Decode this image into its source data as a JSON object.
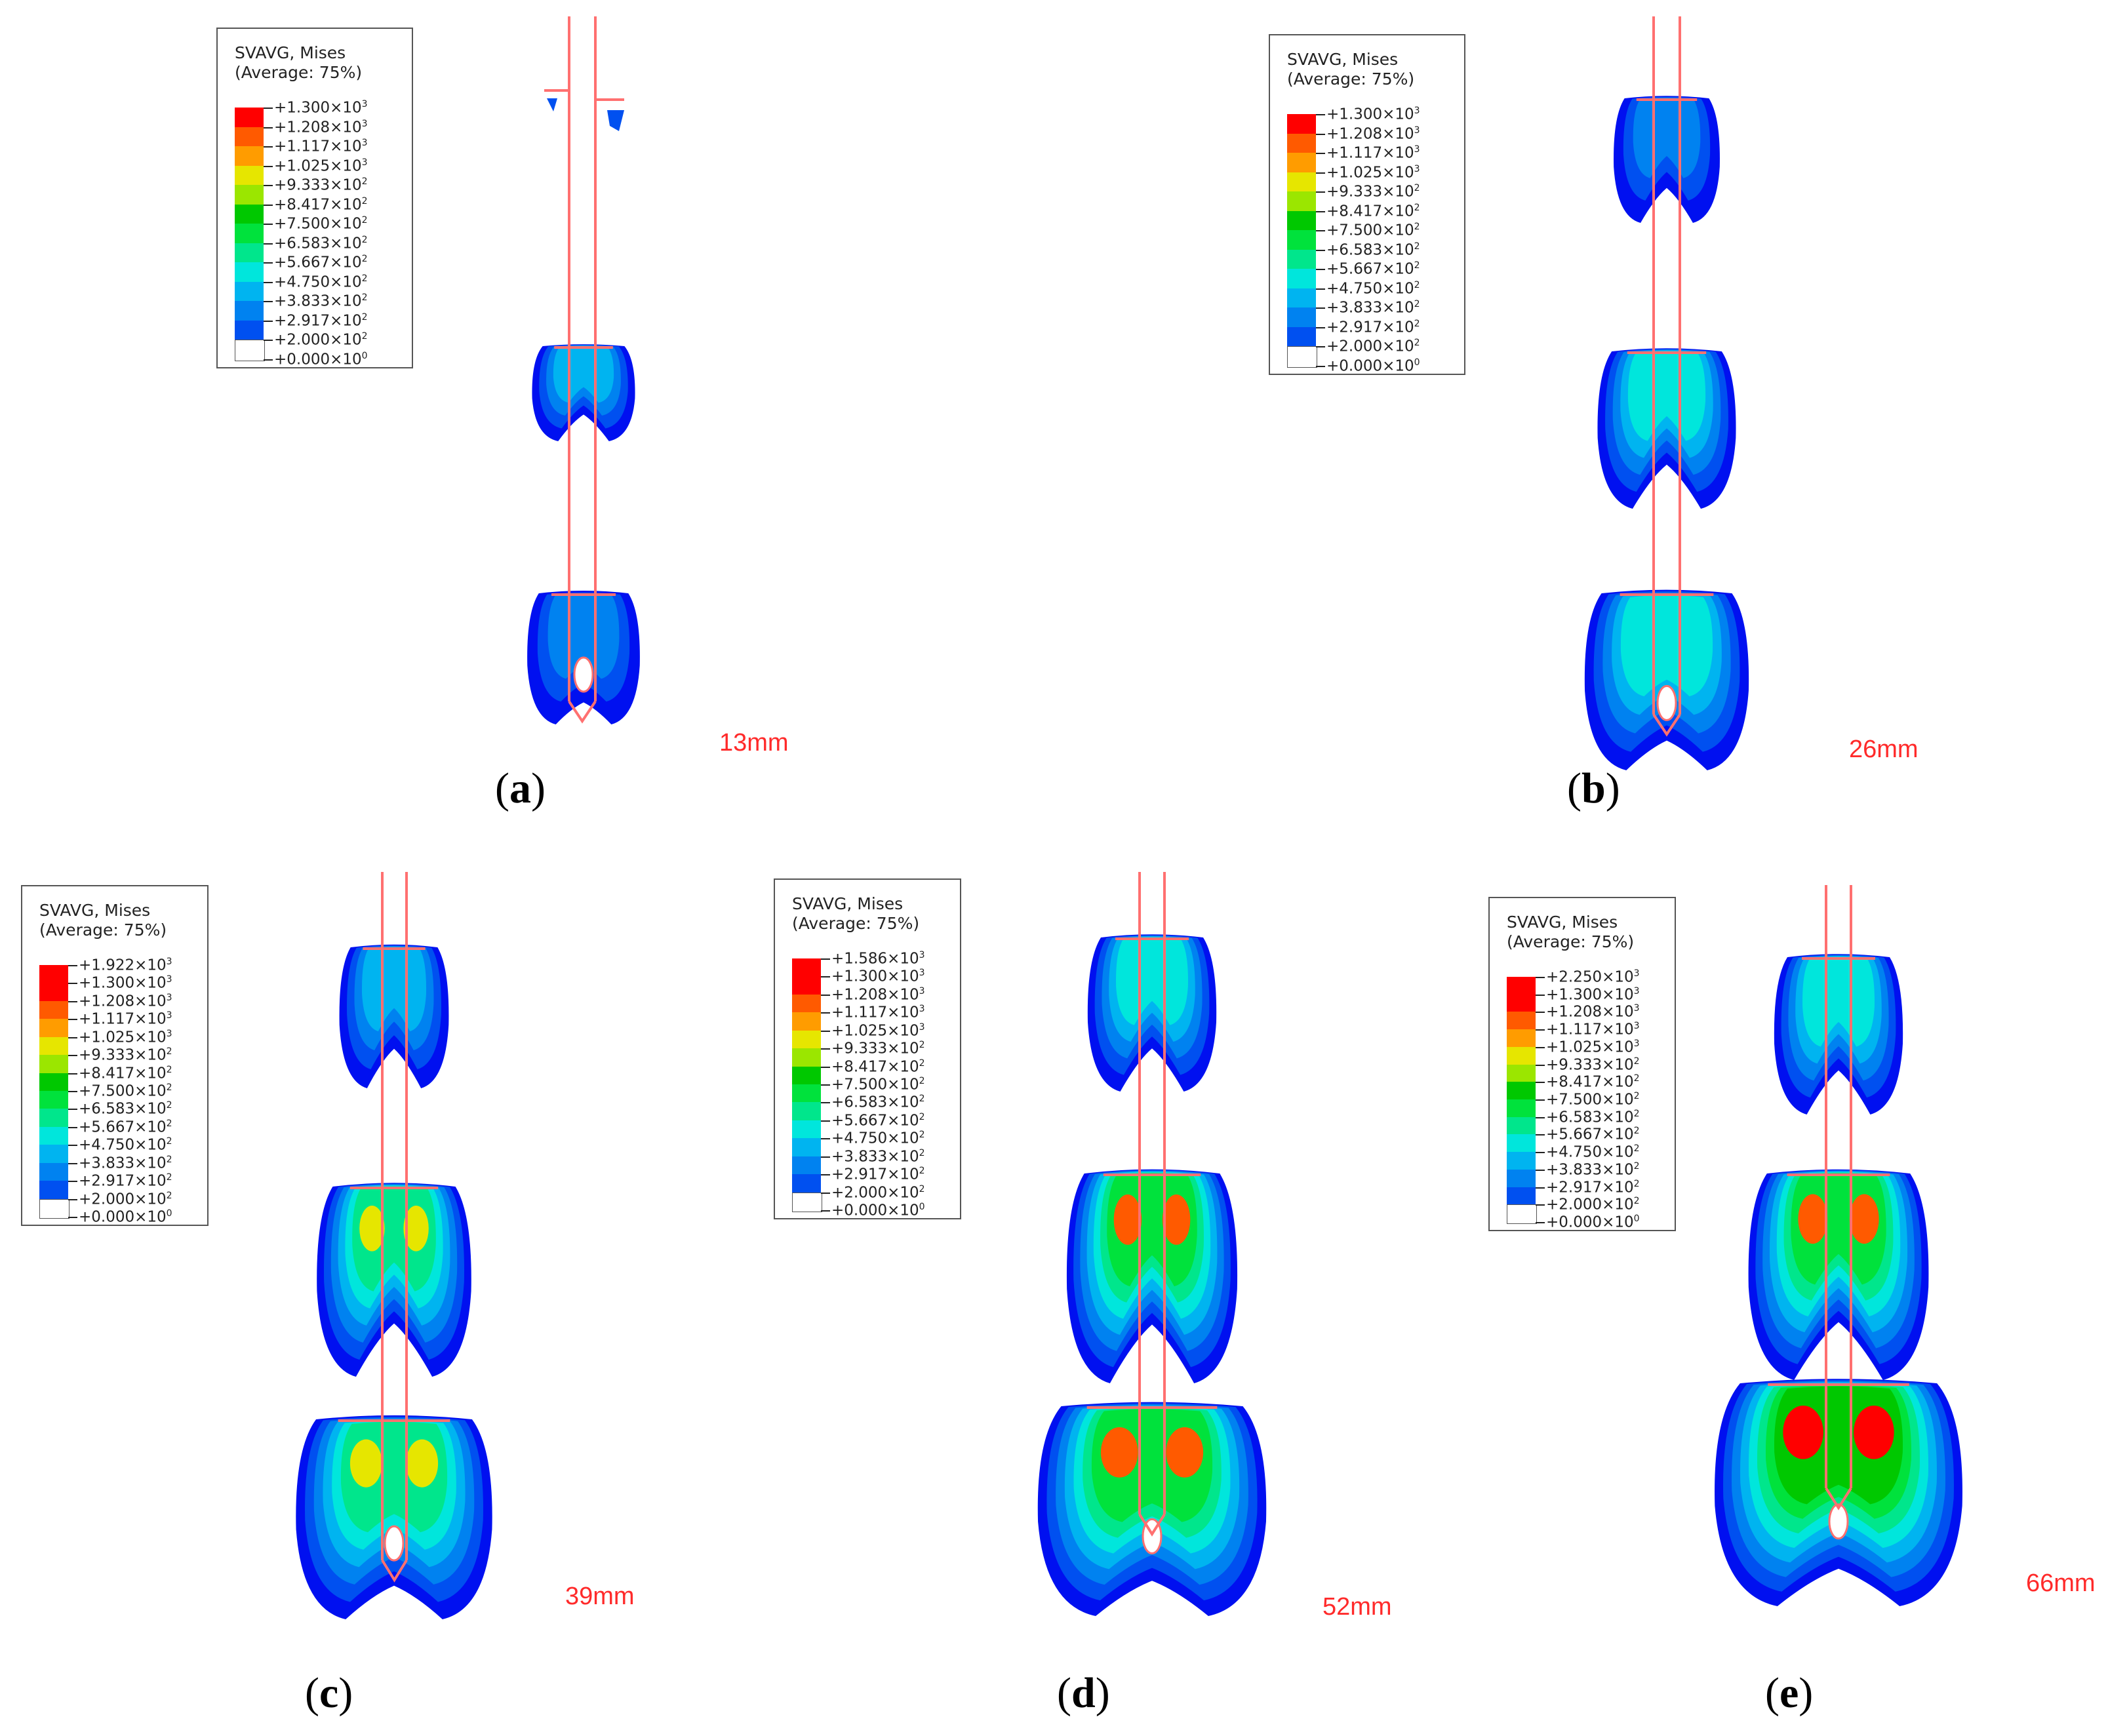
{
  "colors": {
    "red": "#ff0000",
    "orange_red": "#ff5a00",
    "orange": "#ff9c00",
    "yellow": "#e6e600",
    "yellow_green": "#9be600",
    "green": "#00c800",
    "lime_green": "#00e23c",
    "sea_green": "#00e68c",
    "cyan": "#00e6dc",
    "sky_blue": "#00b4f0",
    "light_blue": "#0082f0",
    "blue": "#0050f0",
    "deep_blue": "#0010f0",
    "white": "#ffffff",
    "rod_line": "#ff7070"
  },
  "panels": [
    {
      "label": "a",
      "depth": "13mm",
      "legend": {
        "title": "SVAVG, Mises",
        "subtitle": "(Average: 75%)",
        "values": [
          "+1.300×10^3",
          "+1.208×10^3",
          "+1.117×10^3",
          "+1.025×10^3",
          "+9.333×10^2",
          "+8.417×10^2",
          "+7.500×10^2",
          "+6.583×10^2",
          "+5.667×10^2",
          "+4.750×10^2",
          "+3.833×10^2",
          "+2.917×10^2",
          "+2.000×10^2",
          "+0.000×10^0"
        ],
        "colors": [
          "red",
          "orange_red",
          "orange",
          "yellow",
          "yellow_green",
          "green",
          "lime_green",
          "sea_green",
          "cyan",
          "sky_blue",
          "light_blue",
          "blue",
          "white"
        ]
      },
      "stress_levels": [
        2,
        1,
        1
      ]
    },
    {
      "label": "b",
      "depth": "26mm",
      "legend": {
        "title": "SVAVG, Mises",
        "subtitle": "(Average: 75%)",
        "values": [
          "+1.300×10^3",
          "+1.208×10^3",
          "+1.117×10^3",
          "+1.025×10^3",
          "+9.333×10^2",
          "+8.417×10^2",
          "+7.500×10^2",
          "+6.583×10^2",
          "+5.667×10^2",
          "+4.750×10^2",
          "+3.833×10^2",
          "+2.917×10^2",
          "+2.000×10^2",
          "+0.000×10^0"
        ],
        "colors": [
          "red",
          "orange_red",
          "orange",
          "yellow",
          "yellow_green",
          "green",
          "lime_green",
          "sea_green",
          "cyan",
          "sky_blue",
          "light_blue",
          "blue",
          "white"
        ]
      },
      "stress_levels": [
        1,
        3,
        3
      ]
    },
    {
      "label": "c",
      "depth": "39mm",
      "legend": {
        "title": "SVAVG, Mises",
        "subtitle": "(Average: 75%)",
        "values": [
          "+1.922×10^3",
          "+1.300×10^3",
          "+1.208×10^3",
          "+1.117×10^3",
          "+1.025×10^3",
          "+9.333×10^2",
          "+8.417×10^2",
          "+7.500×10^2",
          "+6.583×10^2",
          "+5.667×10^2",
          "+4.750×10^2",
          "+3.833×10^2",
          "+2.917×10^2",
          "+2.000×10^2",
          "+0.000×10^0"
        ],
        "colors": [
          "red",
          "red",
          "orange_red",
          "orange",
          "yellow",
          "yellow_green",
          "green",
          "lime_green",
          "sea_green",
          "cyan",
          "sky_blue",
          "light_blue",
          "blue",
          "white"
        ]
      },
      "stress_levels": [
        2,
        4,
        4
      ]
    },
    {
      "label": "d",
      "depth": "52mm",
      "legend": {
        "title": "SVAVG, Mises",
        "subtitle": "(Average: 75%)",
        "values": [
          "+1.586×10^3",
          "+1.300×10^3",
          "+1.208×10^3",
          "+1.117×10^3",
          "+1.025×10^3",
          "+9.333×10^2",
          "+8.417×10^2",
          "+7.500×10^2",
          "+6.583×10^2",
          "+5.667×10^2",
          "+4.750×10^2",
          "+3.833×10^2",
          "+2.917×10^2",
          "+2.000×10^2",
          "+0.000×10^0"
        ],
        "colors": [
          "red",
          "red",
          "orange_red",
          "orange",
          "yellow",
          "yellow_green",
          "green",
          "lime_green",
          "sea_green",
          "cyan",
          "sky_blue",
          "light_blue",
          "blue",
          "white"
        ]
      },
      "stress_levels": [
        3,
        5,
        5
      ]
    },
    {
      "label": "e",
      "depth": "66mm",
      "legend": {
        "title": "SVAVG, Mises",
        "subtitle": "(Average: 75%)",
        "values": [
          "+2.250×10^3",
          "+1.300×10^3",
          "+1.208×10^3",
          "+1.117×10^3",
          "+1.025×10^3",
          "+9.333×10^2",
          "+8.417×10^2",
          "+7.500×10^2",
          "+6.583×10^2",
          "+5.667×10^2",
          "+4.750×10^2",
          "+3.833×10^2",
          "+2.917×10^2",
          "+2.000×10^2",
          "+0.000×10^0"
        ],
        "colors": [
          "red",
          "red",
          "orange_red",
          "orange",
          "yellow",
          "yellow_green",
          "green",
          "lime_green",
          "sea_green",
          "cyan",
          "sky_blue",
          "light_blue",
          "blue",
          "white"
        ]
      },
      "stress_levels": [
        3,
        5,
        6
      ]
    }
  ]
}
